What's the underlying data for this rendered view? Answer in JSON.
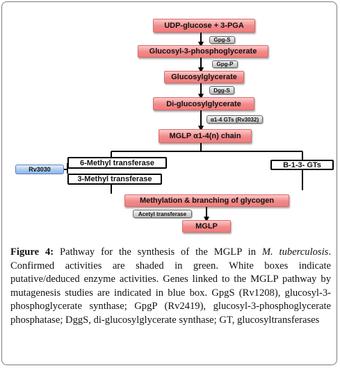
{
  "nodes": {
    "udp_glucose": "UDP-glucose + 3-PGA",
    "glucosyl_3_pg": "Glucosyl-3-phosphoglycerate",
    "glucosylglycerate": "Glucosylglycerate",
    "di_glucosylglycerate": "Di-glucosylglycerate",
    "mglp_chain": "MGLP α1-4(n) chain",
    "methyl6": "6-Methyl transferase",
    "methyl3": "3-Methyl transferase",
    "b13_gts": "B-1-3- GTs",
    "methylation": "Methylation & branching of glycogen",
    "mglp": "MGLP"
  },
  "enzymes": {
    "gpgs": "Gpg-S",
    "gpgp": "Gpg-P",
    "dggs": "Dgg-S",
    "a14_gts": "α1-4 GTs (Rv3032)",
    "acetyl": "Acetyl transferase"
  },
  "genes": {
    "rv3030": "Rv3030"
  },
  "caption": {
    "label": "Figure 4:",
    "text_before": " Pathway for the synthesis of the MGLP in ",
    "organism": "M. tuberculosis",
    "text_after": ". Confirmed activities are shaded in green. White boxes indicate putative/deduced enzyme activities. Genes linked to the MGLP pathway by mutagenesis studies are indicated in blue box. GpgS (Rv1208), glucosyl-3-phosphoglycerate synthase; GpgP (Rv2419), glucosyl-3-phosphoglycerate phosphatase; DggS, di-glucosylglycerate synthase; GT, glucosyltransferases"
  },
  "colors": {
    "metabolite_box": "#f27b7b",
    "enzyme_box": "#cfcfcf",
    "gene_box": "#a8c8ef",
    "putative_box": "#ffffff"
  }
}
